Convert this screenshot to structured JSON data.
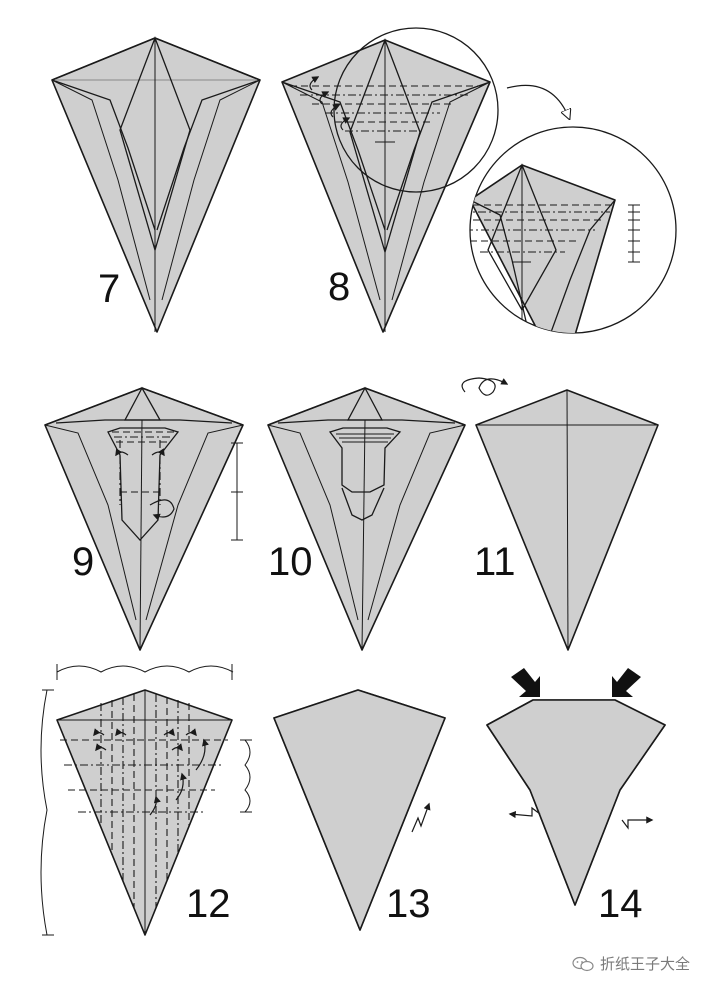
{
  "steps": [
    "7",
    "8",
    "9",
    "10",
    "11",
    "12",
    "13",
    "14"
  ],
  "watermark": {
    "text": "折纸王子大全",
    "icon": "wechat-icon"
  },
  "colors": {
    "paper": "#cfcfcf",
    "line": "#1a1a1a",
    "highlight": "#707070"
  }
}
